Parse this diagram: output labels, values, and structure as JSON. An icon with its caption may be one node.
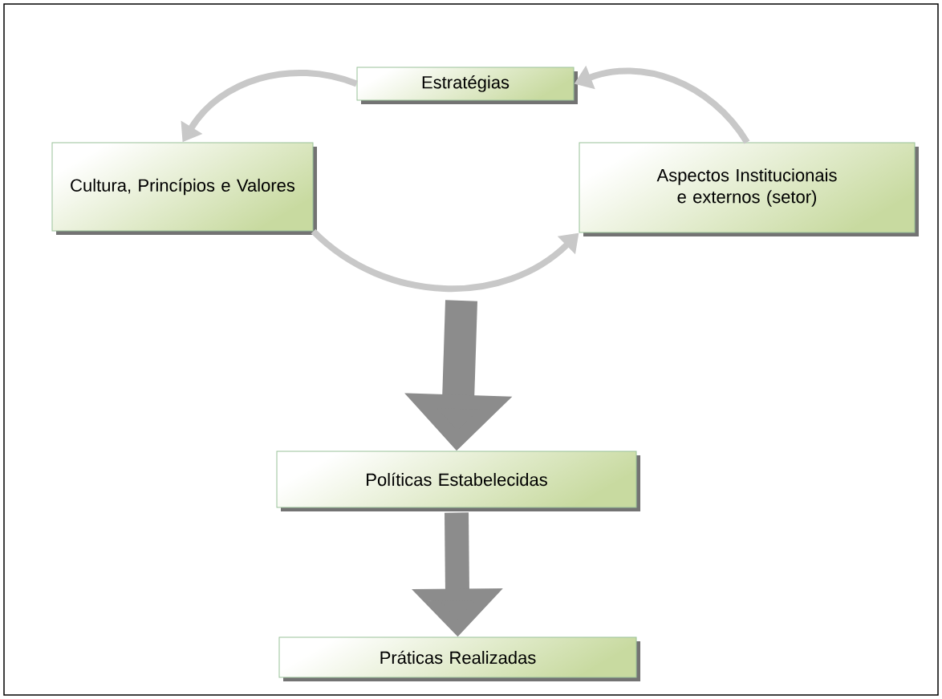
{
  "diagram": {
    "nodes": [
      {
        "text": [
          "Estratégias"
        ]
      },
      {
        "text": [
          "Cultura, Princípios e Valores"
        ]
      },
      {
        "text": [
          "Aspectos Institucionais e externos (setor)"
        ]
      },
      {
        "text": [
          "Políticas Estabelecidas"
        ]
      },
      {
        "text": [
          "Práticas Realizadas"
        ]
      }
    ],
    "edges": [
      {
        "from": 0,
        "to": 1,
        "arrow": "to"
      },
      {
        "from": 1,
        "to": 2,
        "arrow": "to"
      },
      {
        "from": 2,
        "to": 0,
        "arrow": "to"
      },
      {
        "from": null,
        "to": 3,
        "arrow": "to",
        "style": "thick"
      },
      {
        "from": 3,
        "to": 4,
        "arrow": "to",
        "style": "thick"
      }
    ]
  }
}
